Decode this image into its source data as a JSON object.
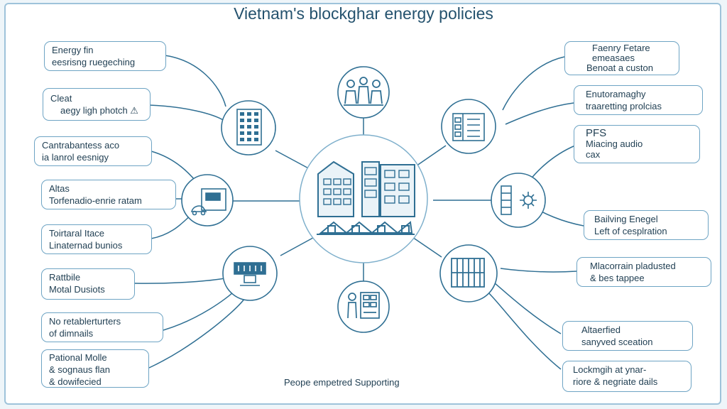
{
  "title": "Vietnam's blockghar energy policies",
  "footer": "Peope empetred Supporting",
  "colors": {
    "stroke": "#2f6f93",
    "box_border": "#6ea4c4",
    "title": "#24526e",
    "text": "#1f3e52"
  },
  "left_callouts": [
    {
      "lines": [
        "Energy fin",
        "eesrisng ruegeching"
      ]
    },
    {
      "lines": [
        "Cleat",
        "aegy ligh photch ⚠"
      ]
    },
    {
      "lines": [
        "Cantrabantess aco",
        "ia lanrol eesnigy"
      ]
    },
    {
      "lines": [
        "Altas",
        "Torfenadio-enrie ratam"
      ]
    },
    {
      "lines": [
        "Toirtaral Itace",
        "Linaternad bunios"
      ]
    },
    {
      "lines": [
        "Rattbile",
        "Motal Dusiots"
      ]
    },
    {
      "lines": [
        "No retablerturters",
        "of dimnails"
      ]
    },
    {
      "lines": [
        "Pational Molle",
        "& sognaus flan",
        "& dowifecied"
      ]
    }
  ],
  "right_callouts": [
    {
      "lines": [
        "Faenry Fetare",
        "emeasaes",
        "Benoat a custon"
      ]
    },
    {
      "lines": [
        "Enutoramaghy",
        "traaretting prolcias"
      ]
    },
    {
      "lines": [
        "PFS",
        "Miacing audio",
        "cax"
      ]
    },
    {
      "lines": [
        "Bailving Enegel",
        "Left of cesplration"
      ]
    },
    {
      "lines": [
        "Mlacorrain pladusted",
        "& bes tappee"
      ]
    },
    {
      "lines": [
        "Altaerfied",
        "sanyved sceation"
      ]
    },
    {
      "lines": [
        "Lockmgih at ynar-",
        "riore & negriate dails"
      ]
    }
  ],
  "nodes": [
    {
      "name": "people-group-icon"
    },
    {
      "name": "office-building-icon"
    },
    {
      "name": "document-panel-icon"
    },
    {
      "name": "server-flower-icon"
    },
    {
      "name": "grid-panel-icon"
    },
    {
      "name": "worker-cabinet-icon"
    },
    {
      "name": "machine-icon"
    },
    {
      "name": "monitor-car-icon"
    },
    {
      "name": "city-hub-icon"
    }
  ]
}
